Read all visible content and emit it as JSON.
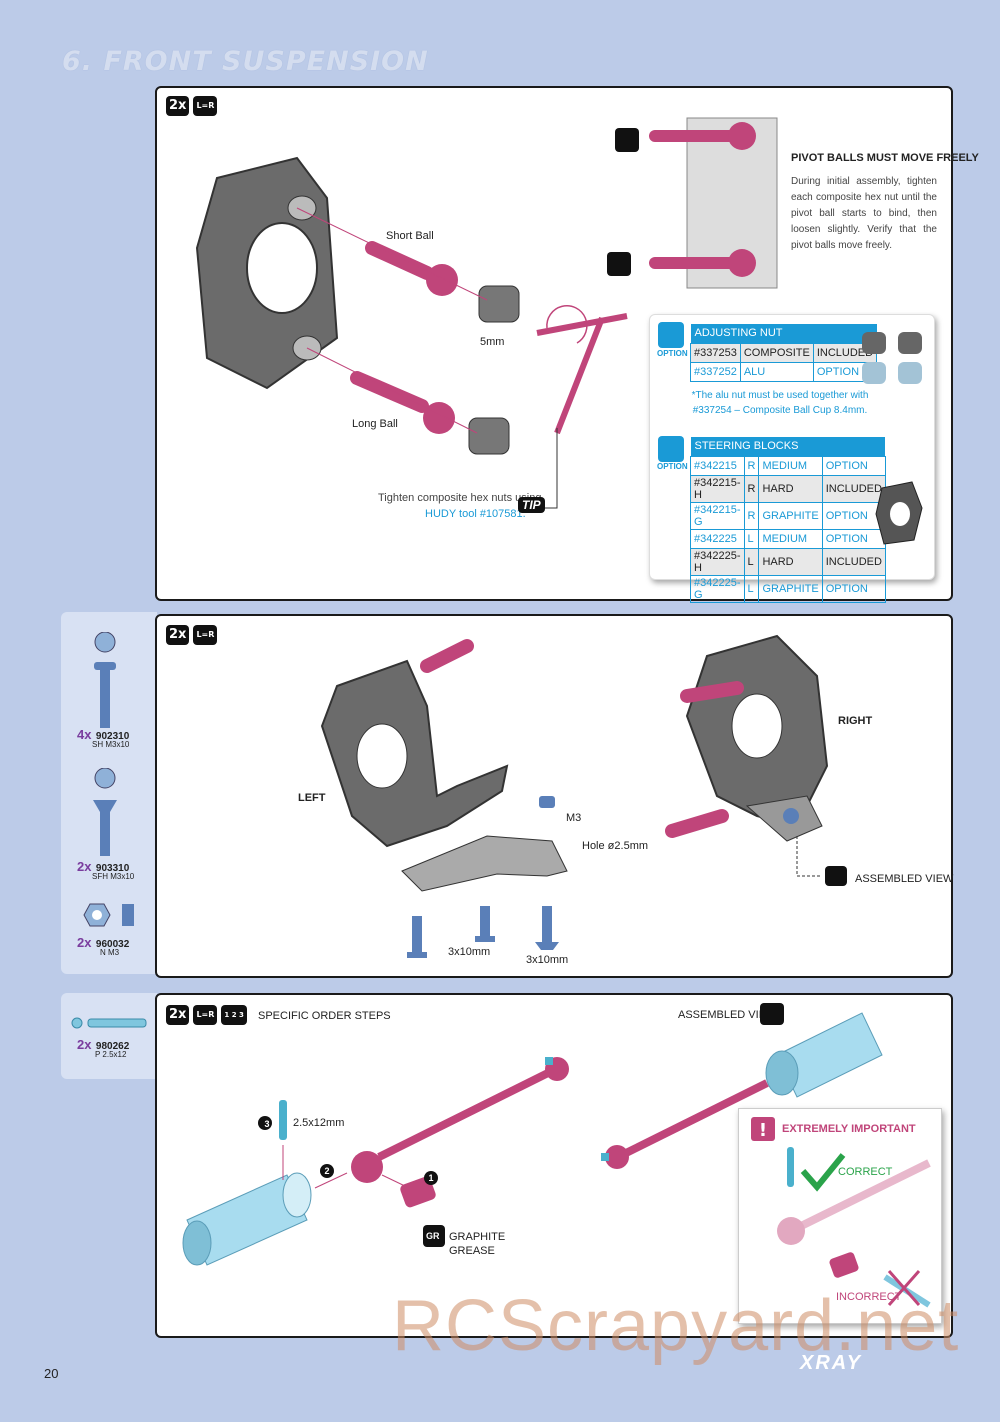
{
  "header": {
    "title": "6. FRONT SUSPENSION"
  },
  "badges": {
    "qty": "2x",
    "lr": "L=R",
    "order": "1 2 3"
  },
  "step1": {
    "short_ball": "Short Ball",
    "long_ball": "Long Ball",
    "size_5mm": "5mm",
    "tip_line1": "Tighten composite hex nuts using",
    "tip_line2": "HUDY tool #107581.",
    "tip_badge": "TIP",
    "note_title": "PIVOT BALLS MUST MOVE FREELY",
    "note_text": "During initial assembly, tighten each composite hex nut until the pivot ball starts to bind, then loosen slightly. Verify that the pivot balls move freely.",
    "option_word": "OPTION",
    "adjusting_nut": {
      "header": "ADJUSTING NUT",
      "rows": [
        {
          "num": "#337253",
          "type": "COMPOSITE",
          "status": "INCLUDED",
          "included": true
        },
        {
          "num": "#337252",
          "type": "ALU",
          "status": "OPTION",
          "included": false
        }
      ],
      "note_line1": "*The alu nut must be used together with",
      "note_line2": "#337254 – Composite Ball Cup 8.4mm."
    },
    "steering_blocks": {
      "header": "STEERING BLOCKS",
      "rows": [
        {
          "num": "#342215",
          "side": "R",
          "type": "MEDIUM",
          "status": "OPTION",
          "included": false
        },
        {
          "num": "#342215-H",
          "side": "R",
          "type": "HARD",
          "status": "INCLUDED",
          "included": true
        },
        {
          "num": "#342215-G",
          "side": "R",
          "type": "GRAPHITE",
          "status": "OPTION",
          "included": false
        },
        {
          "num": "#342225",
          "side": "L",
          "type": "MEDIUM",
          "status": "OPTION",
          "included": false
        },
        {
          "num": "#342225-H",
          "side": "L",
          "type": "HARD",
          "status": "INCLUDED",
          "included": true
        },
        {
          "num": "#342225-G",
          "side": "L",
          "type": "GRAPHITE",
          "status": "OPTION",
          "included": false
        }
      ]
    }
  },
  "step2": {
    "parts": [
      {
        "count": "4x",
        "num": "902310",
        "desc": "SH M3x10"
      },
      {
        "count": "2x",
        "num": "903310",
        "desc": "SFH M3x10"
      },
      {
        "count": "2x",
        "num": "960032",
        "desc": "N M3"
      }
    ],
    "left": "LEFT",
    "right": "RIGHT",
    "m3": "M3",
    "hole": "Hole ø2.5mm",
    "screw1": "3x10mm",
    "screw2": "3x10mm",
    "assembled_view": "ASSEMBLED VIEW"
  },
  "step3": {
    "parts": [
      {
        "count": "2x",
        "num": "980262",
        "desc": "P 2.5x12"
      }
    ],
    "specific_order": "SPECIFIC ORDER STEPS",
    "assembled_view": "ASSEMBLED VIEW",
    "pin_size": "2.5x12mm",
    "graphite": "GRAPHITE",
    "grease": "GREASE",
    "gr_icon": "GR",
    "important": "EXTREMELY IMPORTANT",
    "correct": "CORRECT",
    "incorrect": "INCORRECT",
    "steps": [
      "1",
      "2",
      "3"
    ]
  },
  "footer": {
    "page": "20",
    "brand": "XRAY",
    "watermark": "RCScrapyard.net"
  },
  "colors": {
    "accent": "#1a9ad6",
    "part_pink": "#c0457a",
    "part_gray": "#6b6b6b",
    "part_blue": "#8fd0e6",
    "background": "#bccbe8"
  }
}
